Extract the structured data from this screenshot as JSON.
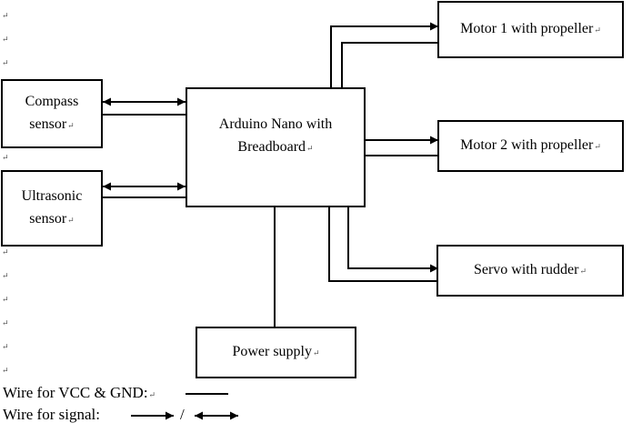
{
  "blocks": {
    "compass": {
      "line1": "Compass",
      "line2": "sensor"
    },
    "ultrasonic": {
      "line1": "Ultrasonic",
      "line2": "sensor"
    },
    "arduino": {
      "line1": "Arduino Nano with",
      "line2": "Breadboard"
    },
    "motor1": {
      "label": "Motor 1 with propeller"
    },
    "motor2": {
      "label": "Motor 2 with propeller"
    },
    "servo": {
      "label": "Servo with rudder"
    },
    "power": {
      "label": "Power supply"
    }
  },
  "legend": {
    "vcc_label": "Wire for VCC & GND:",
    "signal_label": "Wire for signal:",
    "separator": "/"
  },
  "paragraph_mark": "↵"
}
